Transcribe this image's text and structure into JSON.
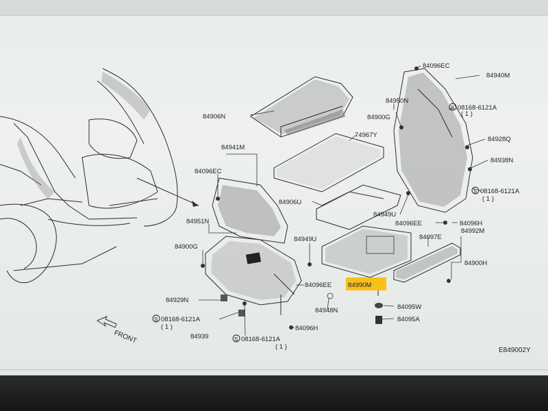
{
  "diagram": {
    "front_label": "FRONT",
    "figure_code": "E849002Y",
    "parts": [
      {
        "id": "84906N",
        "text": "84906N"
      },
      {
        "id": "84941M",
        "text": "84941M"
      },
      {
        "id": "84096EC_l",
        "text": "84096EC"
      },
      {
        "id": "84951N",
        "text": "84951N"
      },
      {
        "id": "84900G_l",
        "text": "84900G"
      },
      {
        "id": "84929N",
        "text": "84929N"
      },
      {
        "id": "08168_l",
        "text": "08168-6121A"
      },
      {
        "id": "qty1_l",
        "text": "( 1 )"
      },
      {
        "id": "84939",
        "text": "84939"
      },
      {
        "id": "08168_b",
        "text": "08168-6121A"
      },
      {
        "id": "qty1_b",
        "text": "( 1 )"
      },
      {
        "id": "84096H_b",
        "text": "84096H"
      },
      {
        "id": "84948N",
        "text": "84948N"
      },
      {
        "id": "84096EE_m",
        "text": "84096EE"
      },
      {
        "id": "84949U_m",
        "text": "84949U"
      },
      {
        "id": "84906U",
        "text": "84906U"
      },
      {
        "id": "74967Y",
        "text": "74967Y"
      },
      {
        "id": "84990M",
        "text": "84990M"
      },
      {
        "id": "84095W",
        "text": "84095W"
      },
      {
        "id": "84095A",
        "text": "84095A"
      },
      {
        "id": "84949U_r",
        "text": "84949U"
      },
      {
        "id": "84096EE_r",
        "text": "84096EE"
      },
      {
        "id": "84097E",
        "text": "84097E"
      },
      {
        "id": "84992M",
        "text": "84992M"
      },
      {
        "id": "84900H",
        "text": "84900H"
      },
      {
        "id": "84096H_r",
        "text": "84096H"
      },
      {
        "id": "84950N",
        "text": "84950N"
      },
      {
        "id": "84900G_r",
        "text": "84900G"
      },
      {
        "id": "84096EC_r",
        "text": "84096EC"
      },
      {
        "id": "84940M",
        "text": "84940M"
      },
      {
        "id": "08168_r1",
        "text": "08168-6121A"
      },
      {
        "id": "qty1_r1",
        "text": "( 1 )"
      },
      {
        "id": "84928Q",
        "text": "84928Q"
      },
      {
        "id": "84938N",
        "text": "84938N"
      },
      {
        "id": "08168_r2",
        "text": "08168-6121A"
      },
      {
        "id": "qty1_r2",
        "text": "( 1 )"
      }
    ],
    "highlight_color": "#f6c21a"
  }
}
